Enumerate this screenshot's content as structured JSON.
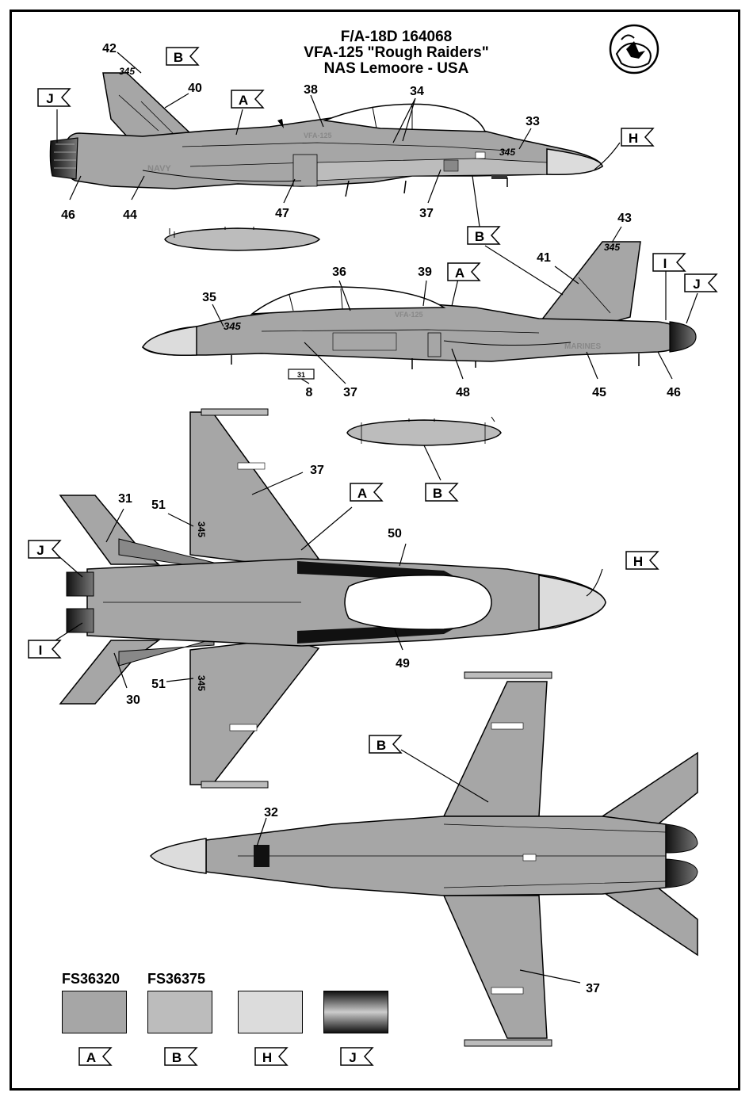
{
  "header": {
    "line1": "F/A-18D  164068",
    "line2": "VFA-125 \"Rough Raiders\"",
    "line3": "NAS Lemoore - USA"
  },
  "colors": {
    "A": "#a6a6a6",
    "B": "#bcbcbc",
    "H": "#dcdcdc",
    "J": "dark-metal-gradient",
    "outline": "#000000"
  },
  "flags": {
    "A": "A",
    "B": "B",
    "H": "H",
    "I": "I",
    "J": "J"
  },
  "callouts": {
    "c8": "8",
    "c30": "30",
    "c31": "31",
    "c32": "32",
    "c33": "33",
    "c34": "34",
    "c35": "35",
    "c36": "36",
    "c37": "37",
    "c38": "38",
    "c39": "39",
    "c40": "40",
    "c41": "41",
    "c42": "42",
    "c43": "43",
    "c44": "44",
    "c45": "45",
    "c46": "46",
    "c47": "47",
    "c48": "48",
    "c49": "49",
    "c50": "50",
    "c51": "51"
  },
  "markings": {
    "modex": "345",
    "squadron": "VFA-125",
    "navy": "NAVY",
    "marines": "MARINES",
    "stencil8": "31"
  },
  "legend": {
    "fs1": "FS36320",
    "fs2": "FS36375",
    "swatches": [
      "A",
      "B",
      "H",
      "J"
    ]
  }
}
